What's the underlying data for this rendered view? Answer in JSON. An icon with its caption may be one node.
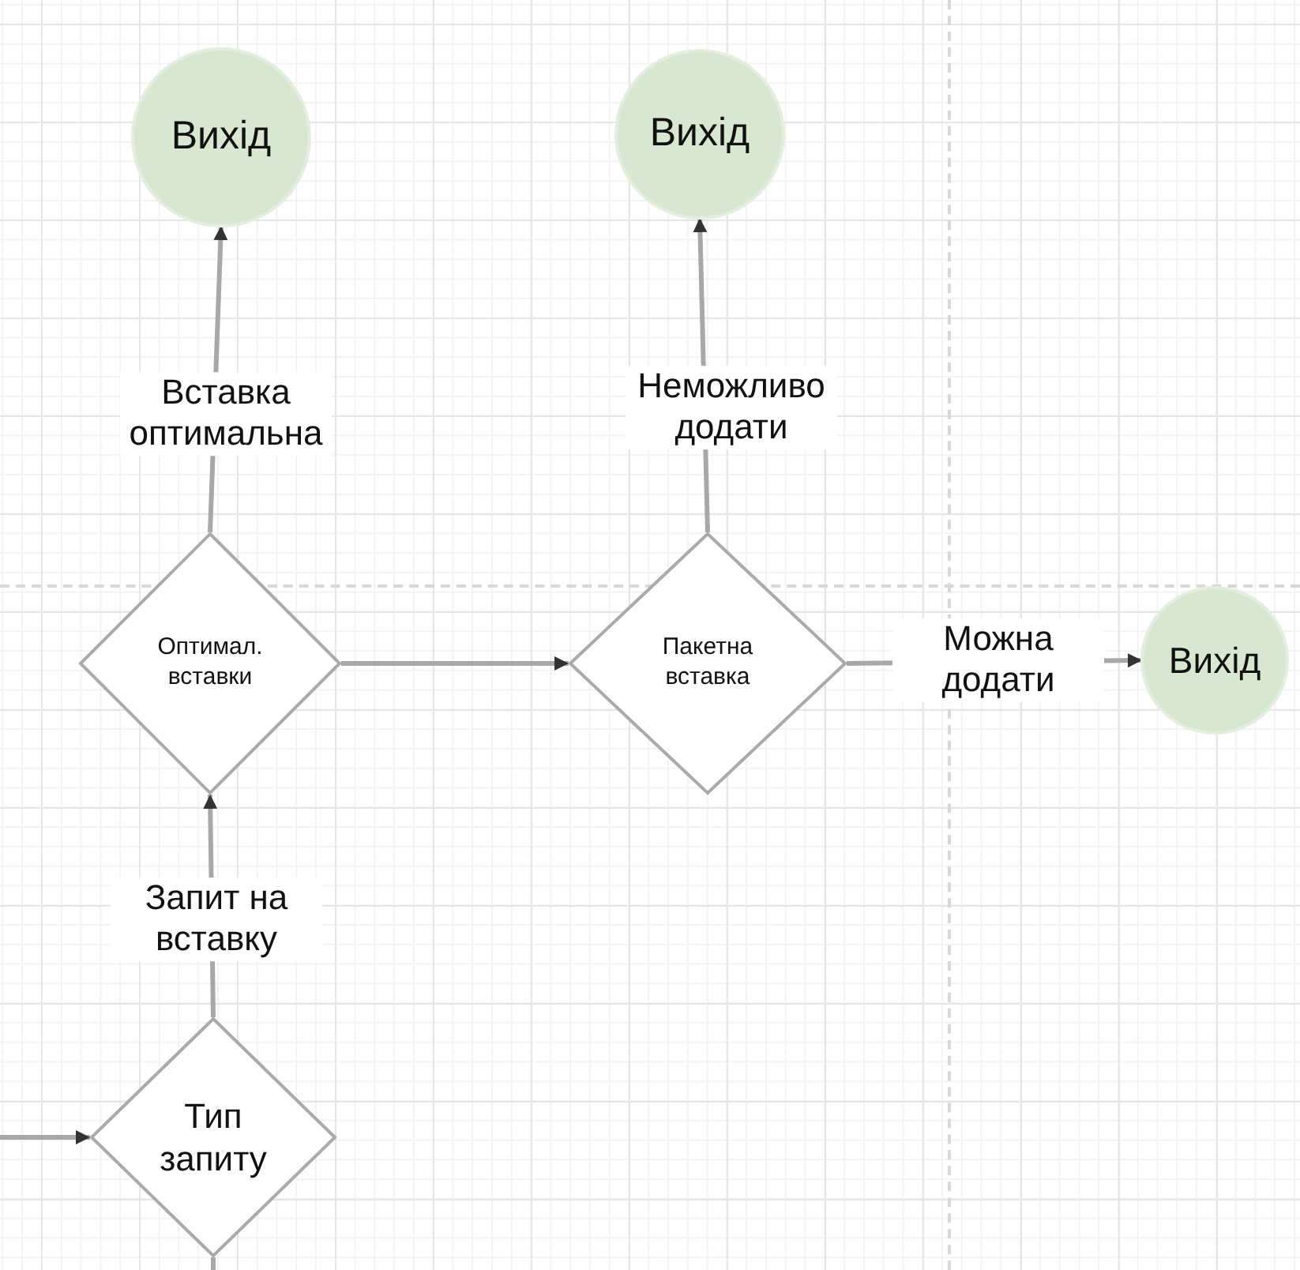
{
  "diagram": {
    "nodes": [
      {
        "text": [
          "Вихід"
        ]
      },
      {
        "text": [
          "Вихід"
        ]
      },
      {
        "text": [
          "Оптимал. вставки"
        ]
      },
      {
        "text": [
          "Пакетна вставка"
        ]
      },
      {
        "text": [
          "Вихід"
        ]
      },
      {
        "text": [
          "Тип запиту"
        ]
      }
    ],
    "edges": [
      {
        "from": 2,
        "to": 0,
        "arrow": "to",
        "label": "Вставка оптимальна"
      },
      {
        "from": 3,
        "to": 1,
        "arrow": "to",
        "label": "Неможливо додати"
      },
      {
        "from": 2,
        "to": 3,
        "arrow": "to"
      },
      {
        "from": 3,
        "to": 4,
        "arrow": "to",
        "label": "Можна додати"
      },
      {
        "from": 5,
        "to": 2,
        "arrow": "to",
        "label": "Запит на вставку"
      },
      {
        "from": null,
        "to": 5,
        "arrow": "to"
      },
      {
        "from": 5,
        "to": null,
        "arrow": "none"
      }
    ]
  }
}
